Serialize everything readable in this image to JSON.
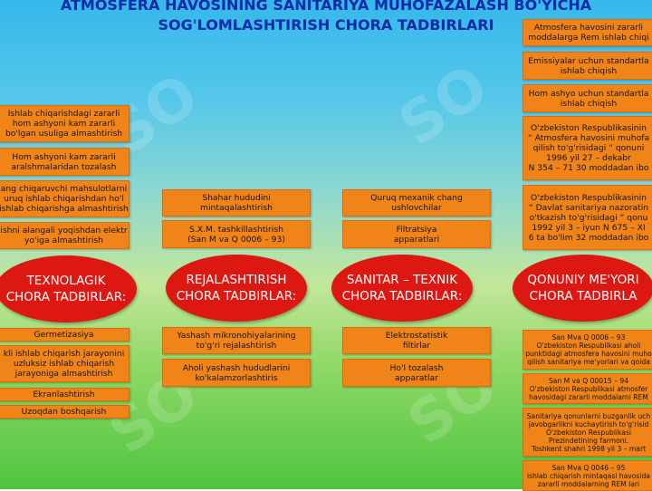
{
  "title": {
    "line1": "ATMOSFERA HAVOSINING SANITARIYA MUHOFAZALASH BO'YICHA",
    "line2": "SOG'LOMLASHTIRISH CHORA TADBIRLARI"
  },
  "watermark": "SO",
  "categories": [
    {
      "label": "TEXNOLAGIK\nCHORA TADBIRLAR:",
      "upper": [
        "Ishlab chiqarishdagi zararli\nhom ashyoni kam zararli\nbo'lgan usuliga almashtirish",
        "Hom ashyoni kam zararli\naralshmalaridan tozalash",
        "ang chiqaruvchi mahsulotlarni\nuruq ishlab chiqarishdan ho'l\nishlab chiqarishga almashtirish",
        "ishni alangali yoqishdan elektr\nyo'iga almashtirish"
      ],
      "lower": [
        "Germetizasiya",
        "kli ishlab chiqarish jarayonini\nuzluksiz  ishlab chiqarish\njarayoniga almashtirish",
        "Ekranlashtirish",
        "Uzoqdan boshqarish"
      ]
    },
    {
      "label": "REJALASHTIRISH\nCHORA TADBIRLAR:",
      "upper": [
        "Shahar hududini\nmintaqalashtirish",
        "S.X.M. tashkillashtirish\n(San  M va Q  0006 – 93)"
      ],
      "lower": [
        "Yashash mikronohiyalarining\nto'g'ri rejalashtirish",
        "Aholi yashash hududlarini\nko'kalamzorlashtiris"
      ]
    },
    {
      "label": "SANITAR – TEXNIK\nCHORA TADBIRLAR:",
      "upper": [
        "Quruq mexanik chang\nushlovchilar",
        "Filtratsiya\napparatlari"
      ],
      "lower": [
        "Elektrostatistik\nfiltirlar",
        "Ho'l tozalash\napparatlar"
      ]
    },
    {
      "label": "QONUNIY ME'YORI\nCHORA TADBIRLA",
      "upper": [
        "Atmosfera havosini zararli\nmoddalarga Rem ishlab chiqi",
        "Emissiyalar uchun standartla\nishlab chiqish",
        "Hom ashyo uchun standartla\nishlab chiqish",
        "O'zbekiston Respublikasinin\n“ Atmosfera havosini muhofa\nqilish  to'g'risidagi “ qonuni\n1996 yil  27  – dekabr\nN 354 – 71   30 moddadan ibo",
        "O'zbekiston Respublikasinin\n“ Davlat sanitariya nazoratin\no'tkazish to'g'risidagi “ qonu\n1992 yil 3 – iyun  N 675 – XI\n6 ta bo'lim 32 moddadan ibo"
      ],
      "lower": [
        "San  Mva Q  0006 – 93\nO'zbekiston Respublikasi aholi\npunktidagi atmosfera havosini muho\nqilish sanitariya me'yorlari va qoida",
        "San  M va Q  00015 – 94\nO'zbekiston Respublikasi atmosfer\nhavosidagi zararli moddalarni  REM",
        "Sanitariya qonunlarni buzganlik uch\njavobgarlikni kuchaytirish to'g'risid\nO'zbekiston Respublikasi\nPrezindetining farmoni.\nToshkent shahri 1998 yil  3 – mart",
        "San  Mva Q  0046 – 95\nishlab chiqarish mintaqasi havosida\nzararli moddalarning  REM lari"
      ]
    }
  ]
}
